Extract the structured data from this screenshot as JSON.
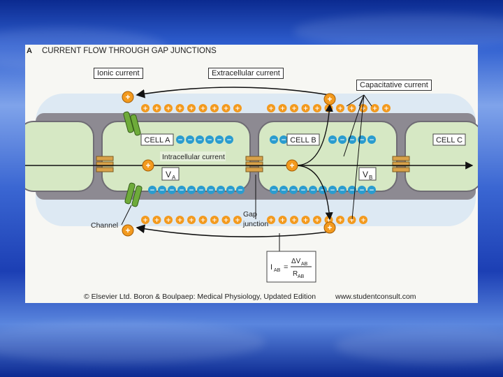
{
  "figure": {
    "panel_letter": "A",
    "title": "CURRENT FLOW THROUGH GAP JUNCTIONS",
    "labels": {
      "ionic_current": "Ionic current",
      "extracellular_current": "Extracellular current",
      "capacitative_current": "Capacitative current",
      "intracellular_current": "Intracellular current",
      "cell_a": "CELL A",
      "cell_b": "CELL B",
      "cell_c": "CELL C",
      "channel": "Channel",
      "gap": "Gap",
      "junction": "junction"
    },
    "voltage_a": {
      "base": "V",
      "sub": "A"
    },
    "voltage_b": {
      "base": "V",
      "sub": "B"
    },
    "equation": {
      "lhs_base": "I",
      "lhs_sub": "AB",
      "equals": "=",
      "num_base": "ΔV",
      "num_sub": "AB",
      "den_base": "R",
      "den_sub": "AB"
    },
    "charge_symbols": {
      "plus": "+",
      "minus": "−"
    },
    "copyright": "© Elsevier Ltd. Boron & Boulpaep: Medical Physiology, Updated Edition",
    "website": "www.studentconsult.com"
  },
  "colors": {
    "background_blue": "#1c3fb4",
    "membrane_gray": "#8d8a92",
    "cytoplasm_green": "#d6e8c4",
    "plus_orange": "#f39a1e",
    "minus_cyan": "#2a9ccf",
    "channel_green": "#6eab3a",
    "gap_junction_tan": "#d9a24a"
  }
}
